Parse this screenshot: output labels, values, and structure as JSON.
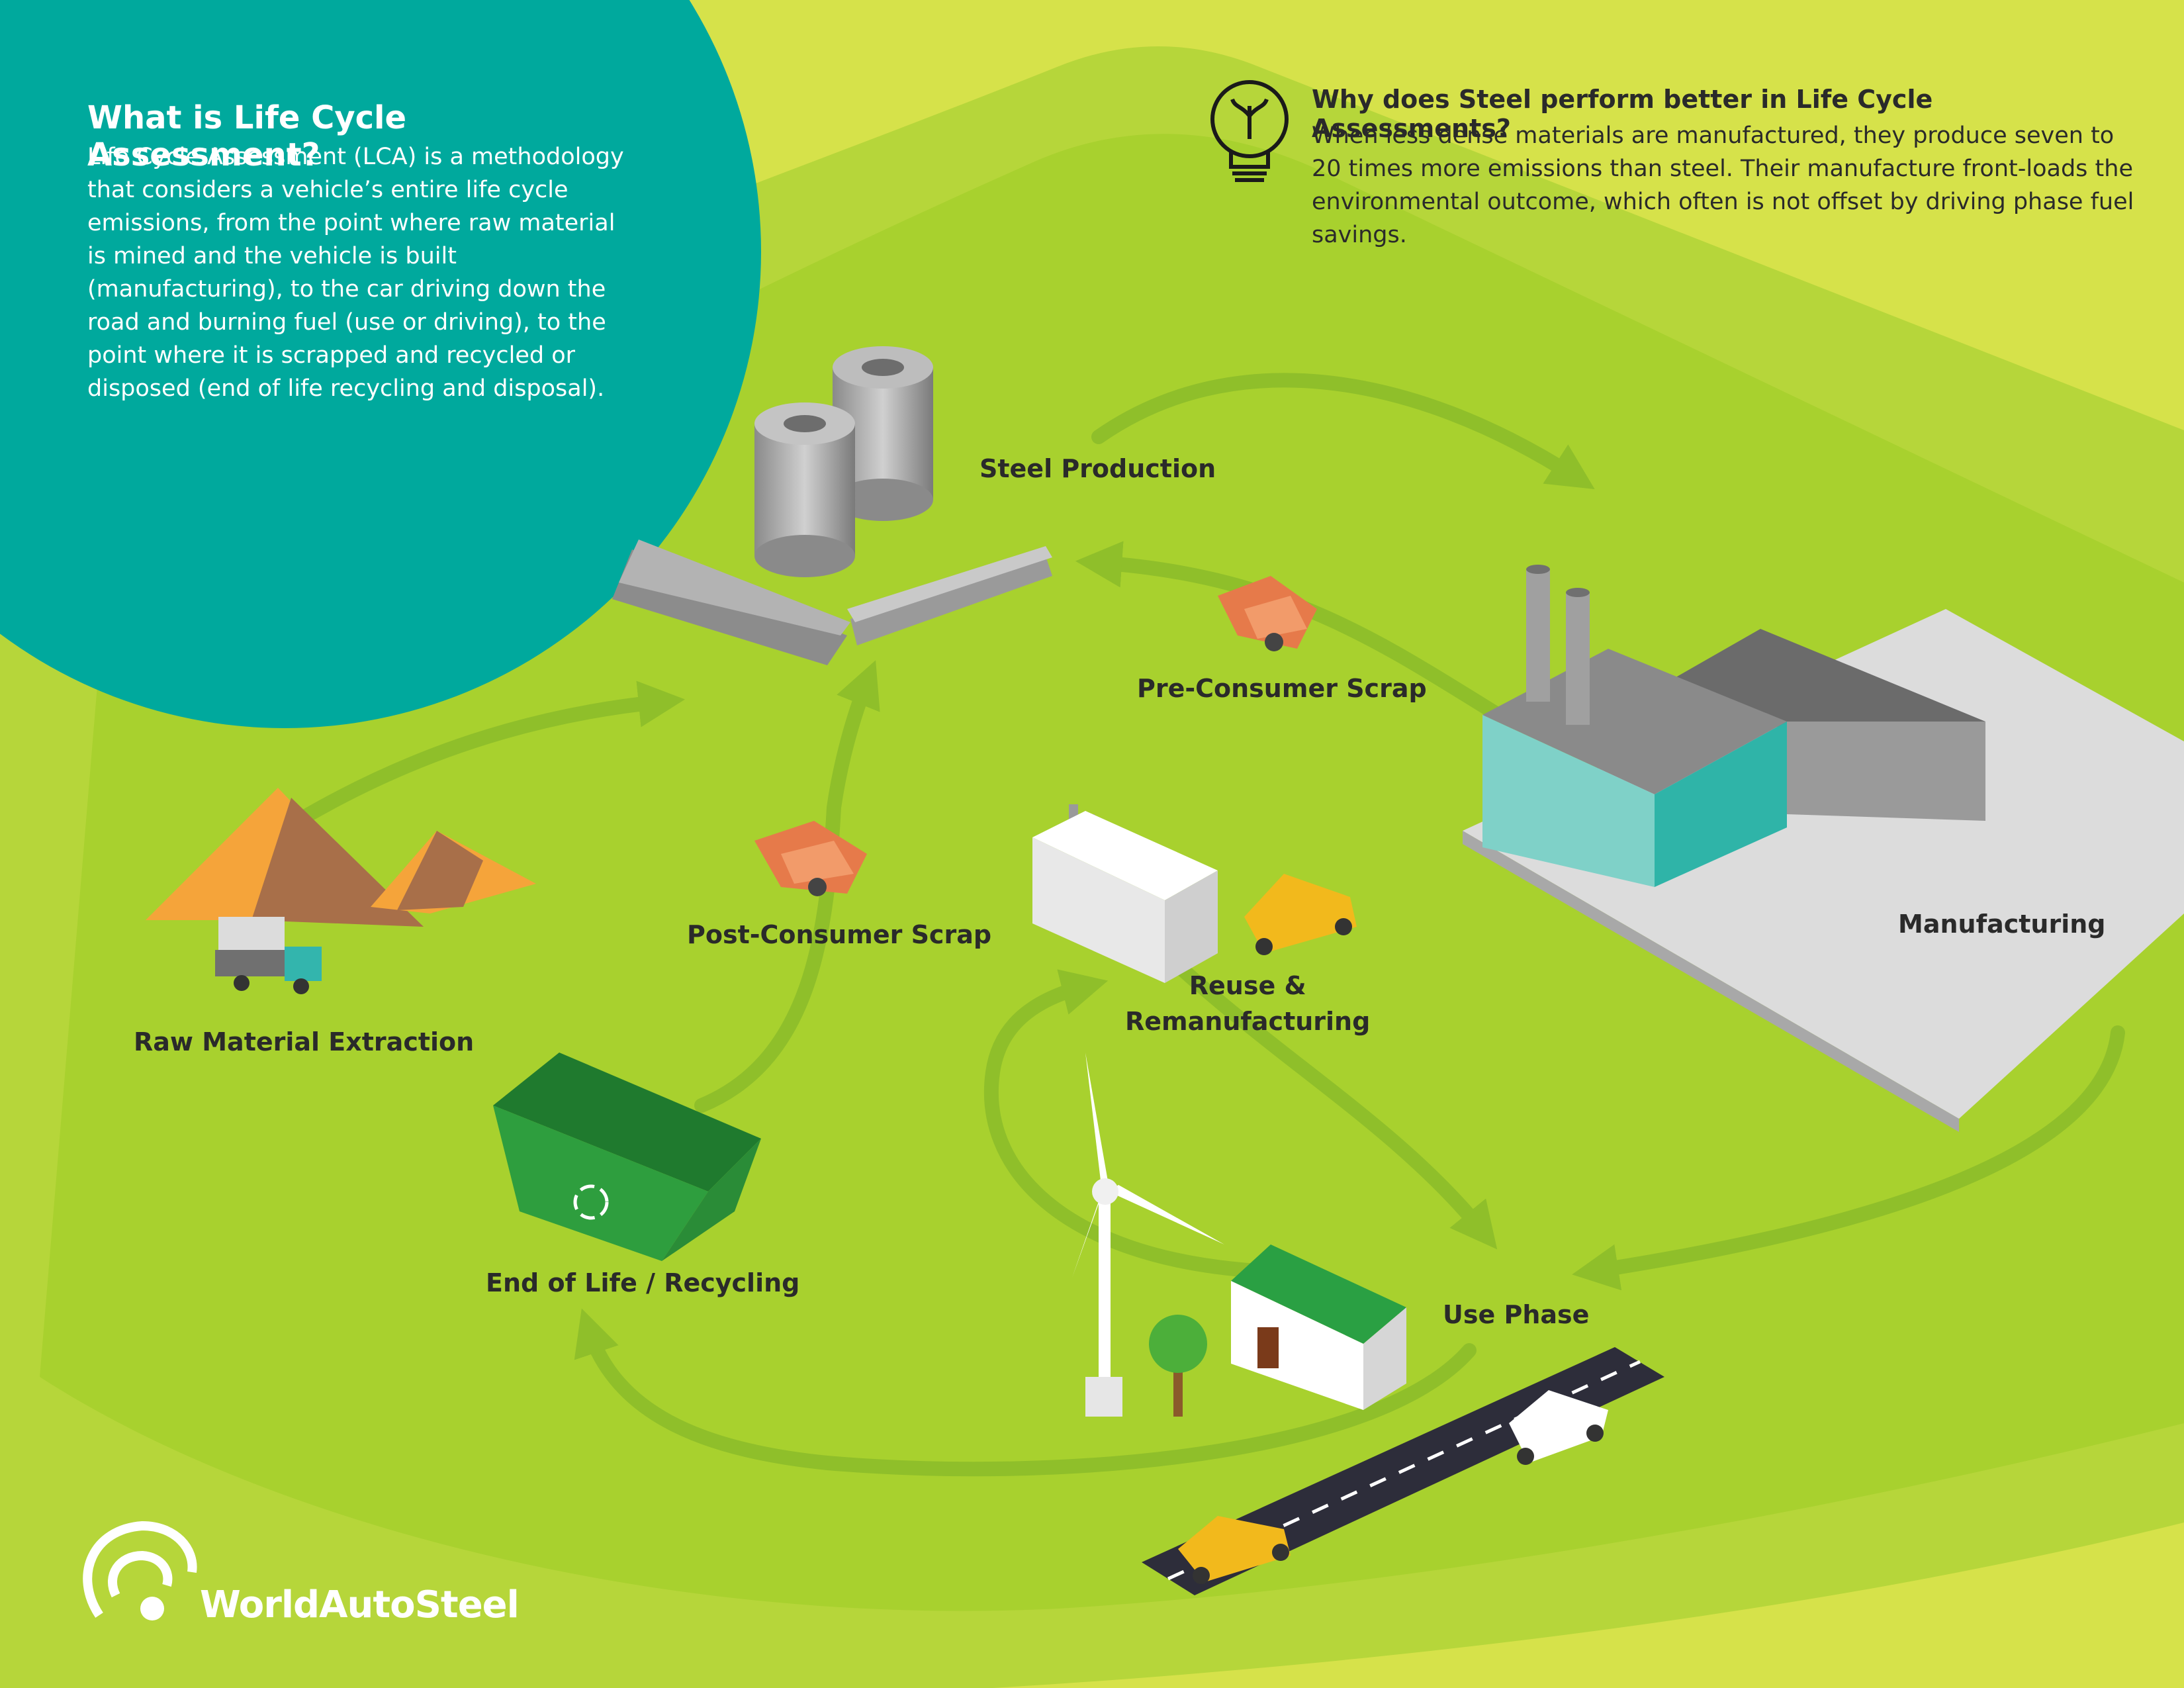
{
  "intro": {
    "title": "What is Life Cycle Assessment?",
    "body": "Life Cycle Assessment (LCA) is a methodology that considers a vehicle’s entire life cycle emissions, from the point where raw material is mined and the vehicle is built (manufacturing), to the car driving down the road and burning fuel (use or driving), to the point where it is scrapped and recycled or disposed (end of life recycling and disposal)."
  },
  "why": {
    "icon": "lightbulb-icon",
    "title": "Why does Steel perform better in Life Cycle Assessments?",
    "body": "When less dense materials are manufactured, they produce seven to 20 times more emissions than steel.  Their manufacture front-loads the environmental outcome, which often is not offset by driving phase fuel savings."
  },
  "stages": {
    "steel_production": "Steel Production",
    "pre_consumer_scrap": "Pre-Consumer Scrap",
    "post_consumer_scrap": "Post-Consumer Scrap",
    "raw_material_extraction": "Raw Material Extraction",
    "end_of_life": "End of Life / Recycling",
    "reuse_line1": "Reuse &",
    "reuse_line2": "Remanufacturing",
    "manufacturing": "Manufacturing",
    "use_phase": "Use Phase"
  },
  "logo": {
    "text": "WorldAutoSteel"
  },
  "colors": {
    "background": "#d6e24a",
    "field": "#a8d12e",
    "teal_circle": "#00a99d",
    "arrow": "#8fbf2a",
    "text": "#2a2a2a"
  }
}
